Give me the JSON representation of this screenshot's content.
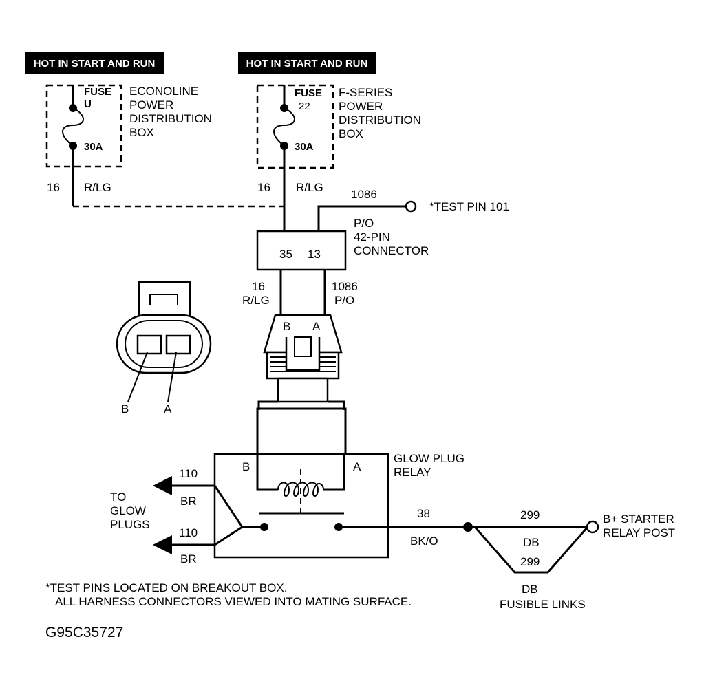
{
  "banners": {
    "left": "HOT IN START AND RUN",
    "right": "HOT IN START AND RUN"
  },
  "econoline": {
    "fuse_label": "FUSE",
    "fuse_id": "U",
    "rating": "30A",
    "box_lines": [
      "ECONOLINE",
      "POWER",
      "DISTRIBUTION",
      "BOX"
    ],
    "wire_gauge": "16",
    "wire_color": "R/LG"
  },
  "fseries": {
    "fuse_label": "FUSE",
    "fuse_id": "22",
    "rating": "30A",
    "box_lines": [
      "F-SERIES",
      "POWER",
      "DISTRIBUTION",
      "BOX"
    ],
    "wire_gauge": "16",
    "wire_color": "R/LG"
  },
  "test_pin": {
    "circuit": "1086",
    "label": "*TEST PIN 101",
    "color": "P/O"
  },
  "connector42": {
    "name_lines": [
      "42-PIN",
      "CONNECTOR"
    ],
    "pin_left": "35",
    "pin_right": "13"
  },
  "harness": {
    "left_circuit": "16",
    "left_color": "R/LG",
    "right_circuit": "1086",
    "right_color": "P/O",
    "pin_b": "B",
    "pin_a": "A"
  },
  "face_view": {
    "label_b": "B",
    "label_a": "A"
  },
  "relay": {
    "name_lines": [
      "GLOW PLUG",
      "RELAY"
    ],
    "pin_b": "B",
    "pin_a": "A"
  },
  "glow_plugs": {
    "label_lines": [
      "TO",
      "GLOW",
      "PLUGS"
    ],
    "top_circuit": "110",
    "top_color": "BR",
    "bottom_circuit": "110",
    "bottom_color": "BR"
  },
  "feed": {
    "circuit": "38",
    "color": "BK/O"
  },
  "fusible_links": {
    "top_circuit": "299",
    "top_color": "DB",
    "bottom_circuit": "299",
    "bottom_color": "DB",
    "caption": "FUSIBLE LINKS"
  },
  "starter": {
    "label_lines": [
      "B+ STARTER",
      "RELAY POST"
    ]
  },
  "notes": {
    "line1": "*TEST PINS LOCATED ON BREAKOUT BOX.",
    "line2": "ALL HARNESS CONNECTORS VIEWED INTO MATING SURFACE."
  },
  "figure_id": "G95C35727"
}
